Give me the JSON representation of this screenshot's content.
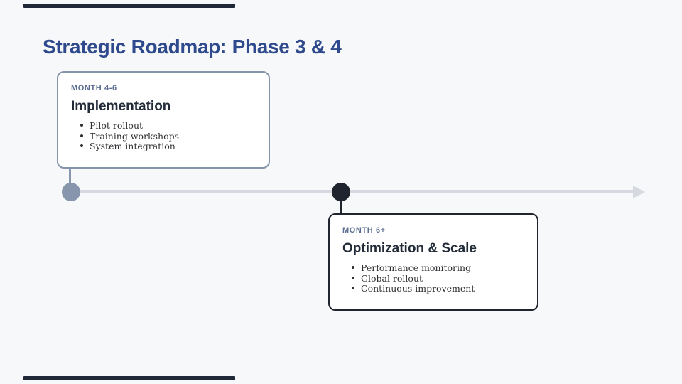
{
  "slide": {
    "title": "Strategic Roadmap: Phase 3 & 4",
    "background_color": "#f7f8fa",
    "title_color": "#2e4a8c",
    "accent_bar_color": "#1f2937"
  },
  "timeline": {
    "line_color": "#d6d9e0",
    "arrow_icon": "arrow-right-icon",
    "milestones": [
      {
        "period": "MONTH 4-6",
        "title": "Implementation",
        "items": [
          "Pilot rollout",
          "Training workshops",
          "System integration"
        ],
        "accent_color": "#8796ad",
        "card_position": "above-line"
      },
      {
        "period": "MONTH 6+",
        "title": "Optimization & Scale",
        "items": [
          "Performance monitoring",
          "Global rollout",
          "Continuous improvement"
        ],
        "accent_color": "#20242e",
        "card_position": "below-line"
      }
    ]
  }
}
